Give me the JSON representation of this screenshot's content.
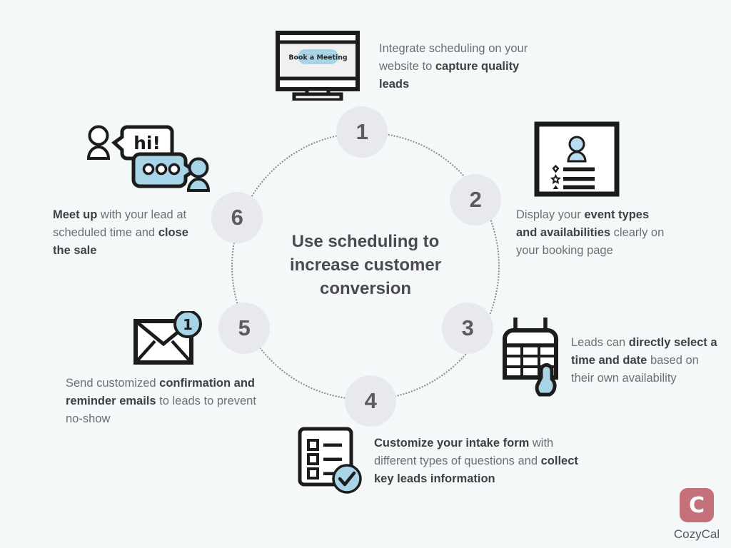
{
  "background_color": "#f4f8f9",
  "accent_blue": "#a8d4e8",
  "ink": "#1c1c1c",
  "circle_fill": "#e8e8ef",
  "circle_text_color": "#5b5b60",
  "body_text_color": "#6e6e73",
  "bold_text_color": "#3f3f44",
  "center": {
    "title_line_1": "Use scheduling to",
    "title_line_2": "increase customer",
    "title_line_3": "conversion"
  },
  "steps": [
    {
      "number": "1",
      "icon": "desktop-monitor-icon",
      "icon_label": "Book a Meeting",
      "text_parts": [
        {
          "text": "Integrate scheduling on your website to ",
          "bold": false
        },
        {
          "text": "capture quality leads",
          "bold": true
        }
      ]
    },
    {
      "number": "2",
      "icon": "profile-card-icon",
      "text_parts": [
        {
          "text": "Display your ",
          "bold": false
        },
        {
          "text": "event types and availabilities",
          "bold": true
        },
        {
          "text": " clearly on your booking page",
          "bold": false
        }
      ]
    },
    {
      "number": "3",
      "icon": "calendar-pointer-icon",
      "text_parts": [
        {
          "text": "Leads can ",
          "bold": false
        },
        {
          "text": "directly select a time and date",
          "bold": true
        },
        {
          "text": " based on their own availability",
          "bold": false
        }
      ]
    },
    {
      "number": "4",
      "icon": "intake-form-icon",
      "text_parts": [
        {
          "text": "Customize your intake form",
          "bold": true
        },
        {
          "text": " with different types of questions and ",
          "bold": false
        },
        {
          "text": "collect key leads information",
          "bold": true
        }
      ]
    },
    {
      "number": "5",
      "icon": "email-notification-icon",
      "icon_badge": "1",
      "text_parts": [
        {
          "text": "Send customized ",
          "bold": false
        },
        {
          "text": "confirmation and reminder emails",
          "bold": true
        },
        {
          "text": " to leads to prevent no-show",
          "bold": false
        }
      ]
    },
    {
      "number": "6",
      "icon": "conversation-icon",
      "icon_label": "hi!",
      "text_parts": [
        {
          "text": "Meet up",
          "bold": true
        },
        {
          "text": " with your lead at scheduled time and ",
          "bold": false
        },
        {
          "text": "close the sale",
          "bold": true
        }
      ]
    }
  ],
  "brand": {
    "mark_letter": "C",
    "name": "CozyCal",
    "mark_color": "#c4717c"
  }
}
